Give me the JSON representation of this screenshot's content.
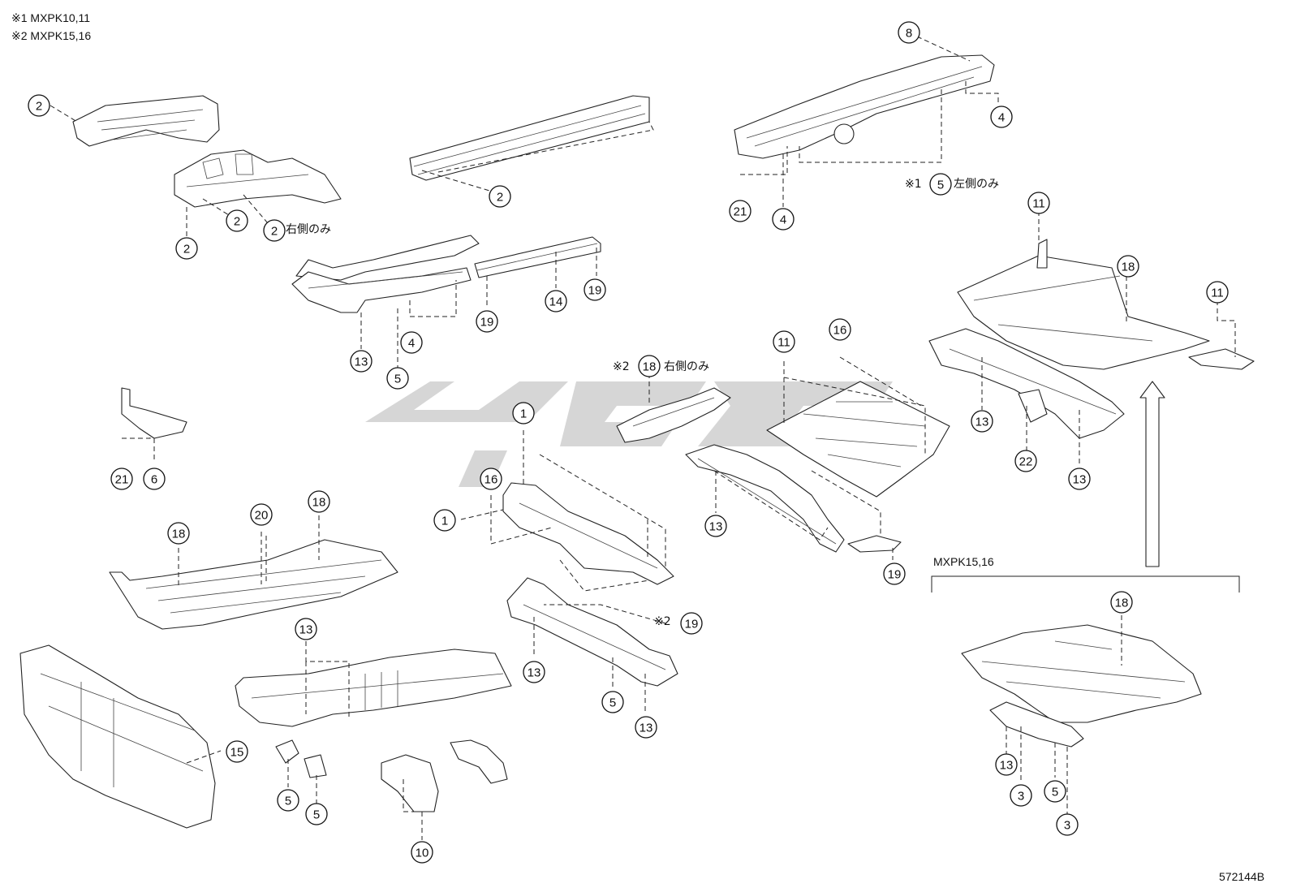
{
  "notes": {
    "note1": "※1 MXPK10,11",
    "note2": "※2 MXPK15,16"
  },
  "diagram_id": "572144B",
  "group_label": "MXPK15,16",
  "qualifiers": {
    "right_only": "右側のみ",
    "left_only": "左側のみ",
    "mark1": "※1",
    "mark2": "※2"
  },
  "callouts": [
    {
      "id": "c2a",
      "label": "2"
    },
    {
      "id": "c2b",
      "label": "2"
    },
    {
      "id": "c2c",
      "label": "2"
    },
    {
      "id": "c2d",
      "label": "2"
    },
    {
      "id": "c2e",
      "label": "2"
    },
    {
      "id": "c8",
      "label": "8"
    },
    {
      "id": "c4a",
      "label": "4"
    },
    {
      "id": "c5a",
      "label": "5"
    },
    {
      "id": "c21a",
      "label": "21"
    },
    {
      "id": "c4b",
      "label": "4"
    },
    {
      "id": "c11a",
      "label": "11"
    },
    {
      "id": "c18a",
      "label": "18"
    },
    {
      "id": "c11b",
      "label": "11"
    },
    {
      "id": "c13a",
      "label": "13"
    },
    {
      "id": "c22",
      "label": "22"
    },
    {
      "id": "c13b",
      "label": "13"
    },
    {
      "id": "c14",
      "label": "14"
    },
    {
      "id": "c19a",
      "label": "19"
    },
    {
      "id": "c19b",
      "label": "19"
    },
    {
      "id": "c13c",
      "label": "13"
    },
    {
      "id": "c5b",
      "label": "5"
    },
    {
      "id": "c4c",
      "label": "4"
    },
    {
      "id": "c18b",
      "label": "18"
    },
    {
      "id": "c11c",
      "label": "11"
    },
    {
      "id": "c16a",
      "label": "16"
    },
    {
      "id": "c13d",
      "label": "13"
    },
    {
      "id": "c19c",
      "label": "19"
    },
    {
      "id": "c21b",
      "label": "21"
    },
    {
      "id": "c6",
      "label": "6"
    },
    {
      "id": "c1a",
      "label": "1"
    },
    {
      "id": "c16b",
      "label": "16"
    },
    {
      "id": "c1b",
      "label": "1"
    },
    {
      "id": "c18c",
      "label": "18"
    },
    {
      "id": "c20",
      "label": "20"
    },
    {
      "id": "c18d",
      "label": "18"
    },
    {
      "id": "c19d",
      "label": "19"
    },
    {
      "id": "c13e",
      "label": "13"
    },
    {
      "id": "c5c",
      "label": "5"
    },
    {
      "id": "c13f",
      "label": "13"
    },
    {
      "id": "c13g",
      "label": "13"
    },
    {
      "id": "c15",
      "label": "15"
    },
    {
      "id": "c5d",
      "label": "5"
    },
    {
      "id": "c5e",
      "label": "5"
    },
    {
      "id": "c10",
      "label": "10"
    },
    {
      "id": "c18e",
      "label": "18"
    },
    {
      "id": "c13h",
      "label": "13"
    },
    {
      "id": "c3a",
      "label": "3"
    },
    {
      "id": "c5f",
      "label": "5"
    },
    {
      "id": "c3b",
      "label": "3"
    }
  ]
}
